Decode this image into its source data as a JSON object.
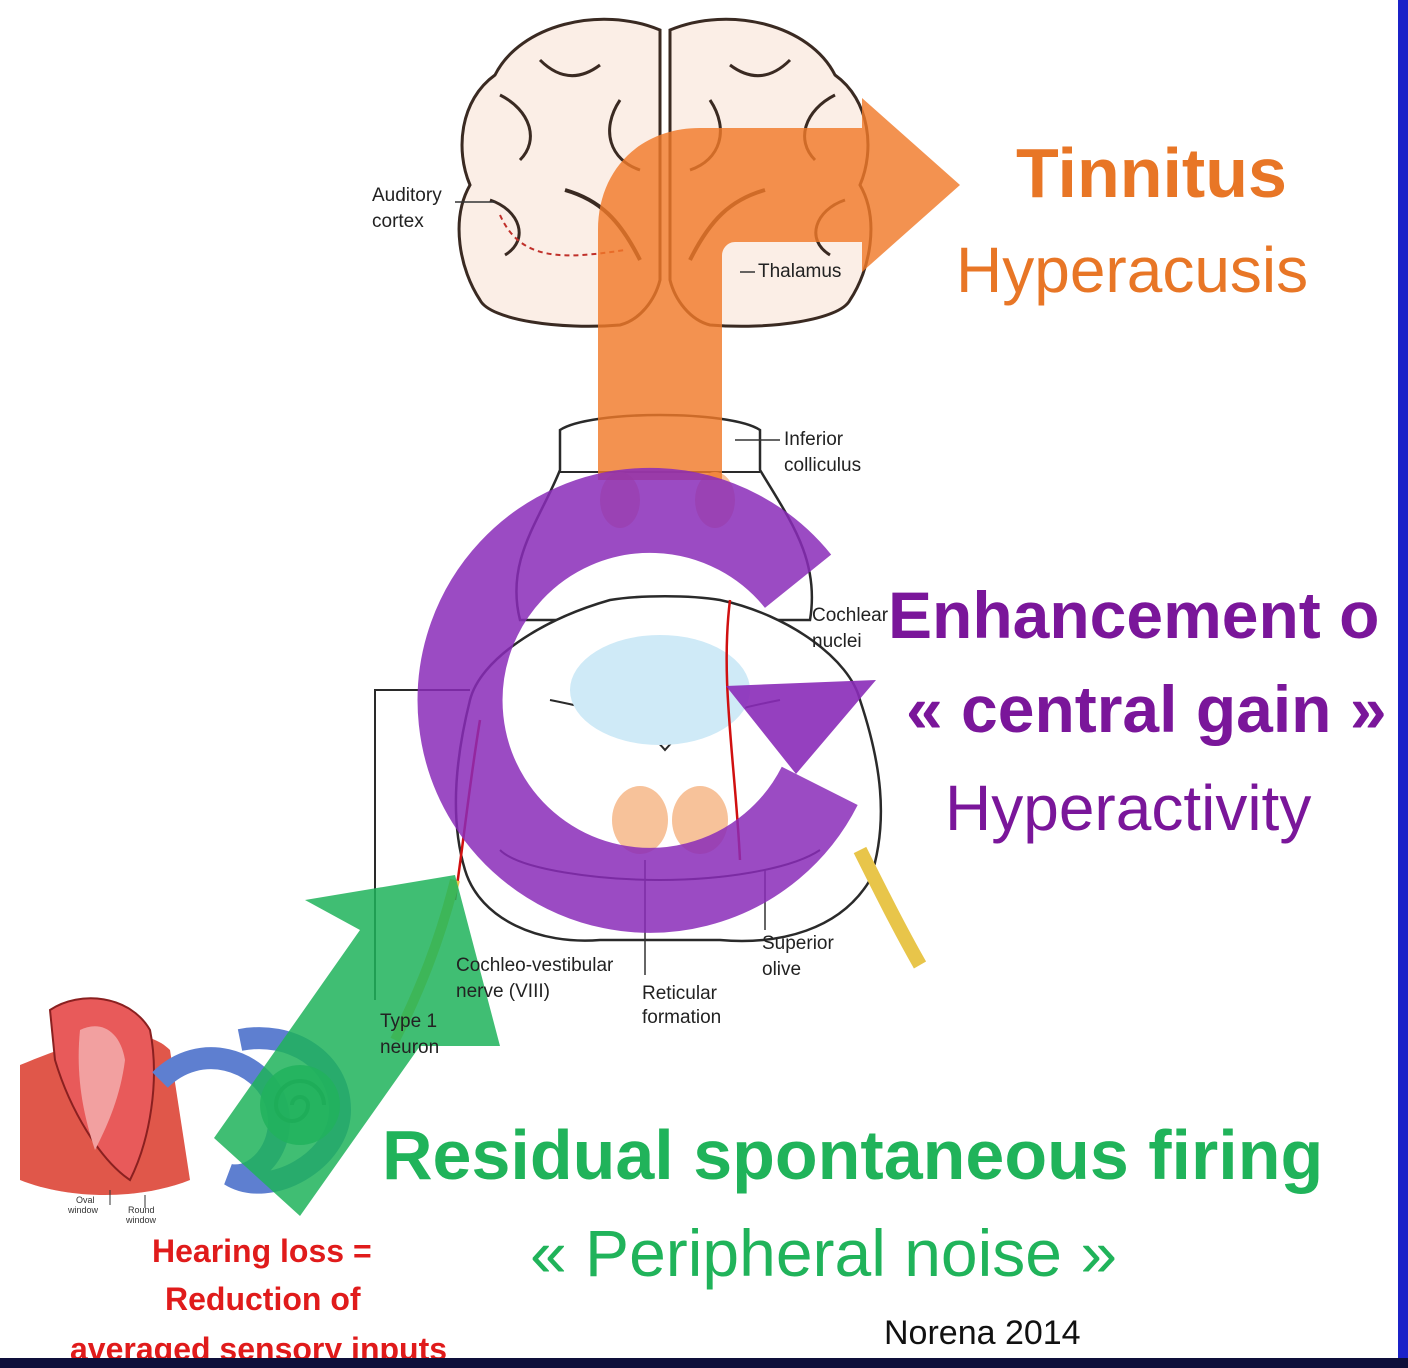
{
  "colors": {
    "frame": "#1b22c8",
    "orange": "#e87626",
    "purple": "#7a169a",
    "green": "#20b35a",
    "red": "#e01b1b"
  },
  "arrows": {
    "top": "orange-bent-arrow",
    "middle": "purple-circular-arrow",
    "bottom": "green-upward-arrow"
  },
  "top_label": {
    "title": "Tinnitus",
    "subtitle": "Hyperacusis"
  },
  "middle_label": {
    "line1": "Enhancement o",
    "line2": "« central gain »",
    "line3": "Hyperactivity"
  },
  "bottom_label": {
    "line1": "Residual spontaneous firing",
    "line2": "« Peripheral noise »"
  },
  "hearing_loss": {
    "line1": "Hearing loss =",
    "line2": "Reduction of",
    "line3": "averaged sensory inputs"
  },
  "citation": "Norena 2014",
  "anatomy_labels": {
    "auditory_cortex_1": "Auditory",
    "auditory_cortex_2": "cortex",
    "thalamus": "Thalamus",
    "inferior_colliculus_1": "Inferior",
    "inferior_colliculus_2": "colliculus",
    "cochlear_nuclei_1": "Cochlear",
    "cochlear_nuclei_2": "nuclei",
    "nerve_1": "Cochleo-vestibular",
    "nerve_2": "nerve (VIII)",
    "type1_1": "Type 1",
    "type1_2": "neuron",
    "reticular_1": "Reticular",
    "reticular_2": "formation",
    "superior_olive_1": "Superior",
    "superior_olive_2": "olive",
    "oval_window_1": "Oval",
    "oval_window_2": "window",
    "round_window_1": "Round",
    "round_window_2": "window"
  }
}
